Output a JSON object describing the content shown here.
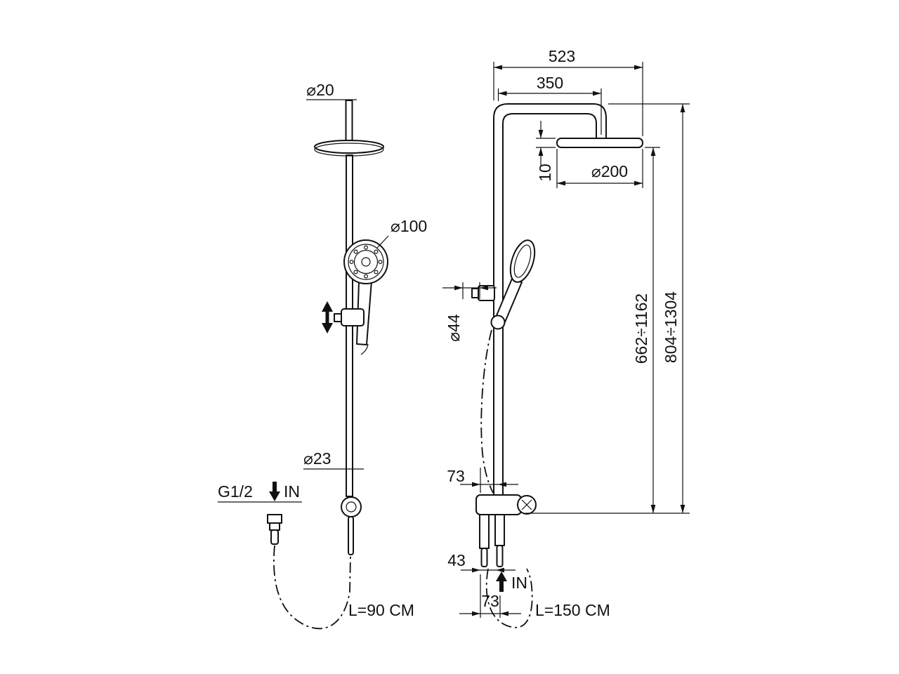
{
  "colors": {
    "line": "#111111",
    "background": "#ffffff"
  },
  "front_view": {
    "top_diameter_label": "⌀20",
    "handshower_diameter_label": "⌀100",
    "pipe_diameter_label": "⌀23",
    "inlet_thread_label": "G1/2",
    "inlet_direction_label": "IN",
    "hose_length_label": "L=90 CM"
  },
  "side_view": {
    "overall_width_label": "523",
    "arm_spread_label": "350",
    "head_thickness_label": "10",
    "head_diameter_label": "⌀200",
    "holder_diameter_label": "⌀44",
    "riser_height_label": "662÷1162",
    "total_height_label": "804÷1304",
    "upper_offset_label": "73",
    "mid_offset_label": "43",
    "lower_offset_label": "73",
    "inlet_direction_label": "IN",
    "hose_length_label": "L=150 CM"
  }
}
